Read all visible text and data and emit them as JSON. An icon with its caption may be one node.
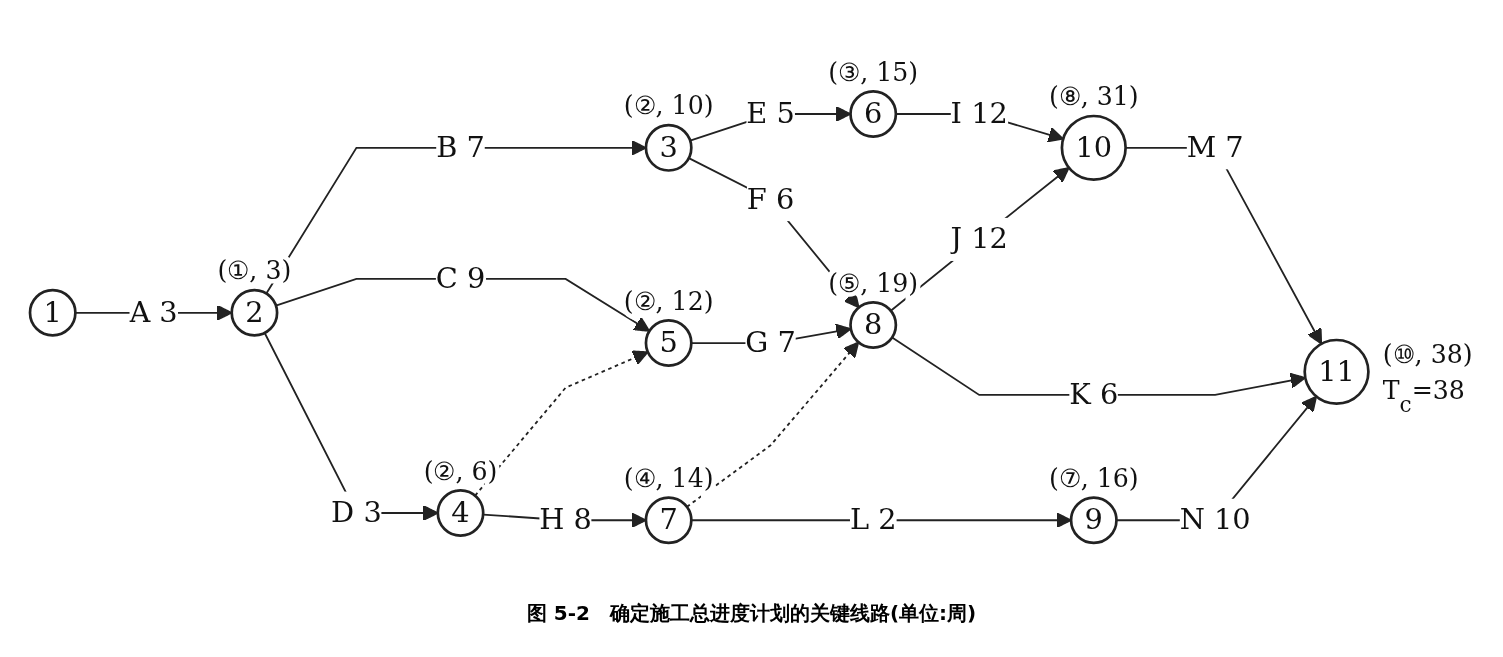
{
  "diagram": {
    "caption": "图 5-2　确定施工总进度计划的关键线路(单位:周)",
    "nodes": [
      {
        "text": [
          "1"
        ]
      },
      {
        "text": [
          "2"
        ],
        "beside": [
          "(①, 3)"
        ]
      },
      {
        "text": [
          "3"
        ],
        "beside": [
          "(②, 10)"
        ]
      },
      {
        "text": [
          "4"
        ],
        "beside": [
          "(②, 6)"
        ]
      },
      {
        "text": [
          "5"
        ],
        "beside": [
          "(②, 12)"
        ]
      },
      {
        "text": [
          "6"
        ],
        "beside": [
          "(③, 15)"
        ]
      },
      {
        "text": [
          "7"
        ],
        "beside": [
          "(④, 14)"
        ]
      },
      {
        "text": [
          "8"
        ],
        "beside": [
          "(⑤, 19)"
        ]
      },
      {
        "text": [
          "9"
        ],
        "beside": [
          "(⑦, 16)"
        ]
      },
      {
        "text": [
          "10"
        ],
        "beside": [
          "(⑧, 31)"
        ]
      },
      {
        "text": [
          "11"
        ],
        "beside": [
          "(⑩, 38)",
          "T$_{c}$=38"
        ]
      }
    ],
    "edges": [
      {
        "from": 0,
        "to": 1,
        "arrow": "to",
        "label": "A 3"
      },
      {
        "from": 1,
        "to": 2,
        "arrow": "to",
        "label": "B 7"
      },
      {
        "from": 1,
        "to": 4,
        "arrow": "to",
        "label": "C 9"
      },
      {
        "from": 1,
        "to": 3,
        "arrow": "to",
        "label": "D 3"
      },
      {
        "from": 2,
        "to": 5,
        "arrow": "to",
        "label": "E 5"
      },
      {
        "from": 2,
        "to": 7,
        "arrow": "to",
        "label": "F 6"
      },
      {
        "from": 4,
        "to": 7,
        "arrow": "to",
        "label": "G 7"
      },
      {
        "from": 3,
        "to": 4,
        "arrow": "to",
        "style": "dashed"
      },
      {
        "from": 3,
        "to": 6,
        "arrow": "to",
        "label": "H 8"
      },
      {
        "from": 6,
        "to": 7,
        "arrow": "to",
        "style": "dashed"
      },
      {
        "from": 5,
        "to": 9,
        "arrow": "to",
        "label": "I 12"
      },
      {
        "from": 7,
        "to": 9,
        "arrow": "to",
        "label": "J 12"
      },
      {
        "from": 7,
        "to": 10,
        "arrow": "to",
        "label": "K 6"
      },
      {
        "from": 6,
        "to": 8,
        "arrow": "to",
        "label": "L 2"
      },
      {
        "from": 9,
        "to": 10,
        "arrow": "to",
        "label": "M 7"
      },
      {
        "from": 8,
        "to": 10,
        "arrow": "to",
        "label": "N 10"
      }
    ]
  }
}
